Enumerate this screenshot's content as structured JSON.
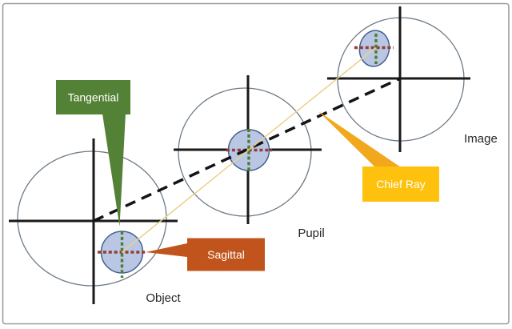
{
  "diagram": {
    "title": "pupil-aberration-diagram",
    "plane_labels": {
      "object": "Object",
      "pupil": "Pupil",
      "image": "Image"
    },
    "callouts": {
      "tangential": {
        "label": "Tangential",
        "color": "#538135"
      },
      "sagittal": {
        "label": "Sagittal",
        "color": "#C0541C"
      },
      "chief_ray": {
        "label": "Chief Ray",
        "color": "#FEC10E"
      }
    },
    "colors": {
      "frame_border": "#9d9d9d",
      "background": "#ffffff",
      "field_circle_outline": "#6e7b87",
      "crosshair_axis": "#1a1a1a",
      "beam_fill": "#b9c7e4",
      "beam_outline": "#44618c",
      "tangential_dotted": "#4e7b30",
      "sagittal_dotted": "#953b32",
      "chief_ray_dashed": "#141414",
      "chief_ray_thin_line": "#e8d18a",
      "chief_ray_pointer": "#F2A81C",
      "label_text": "#262626",
      "callout_text": "#ffffff"
    }
  }
}
